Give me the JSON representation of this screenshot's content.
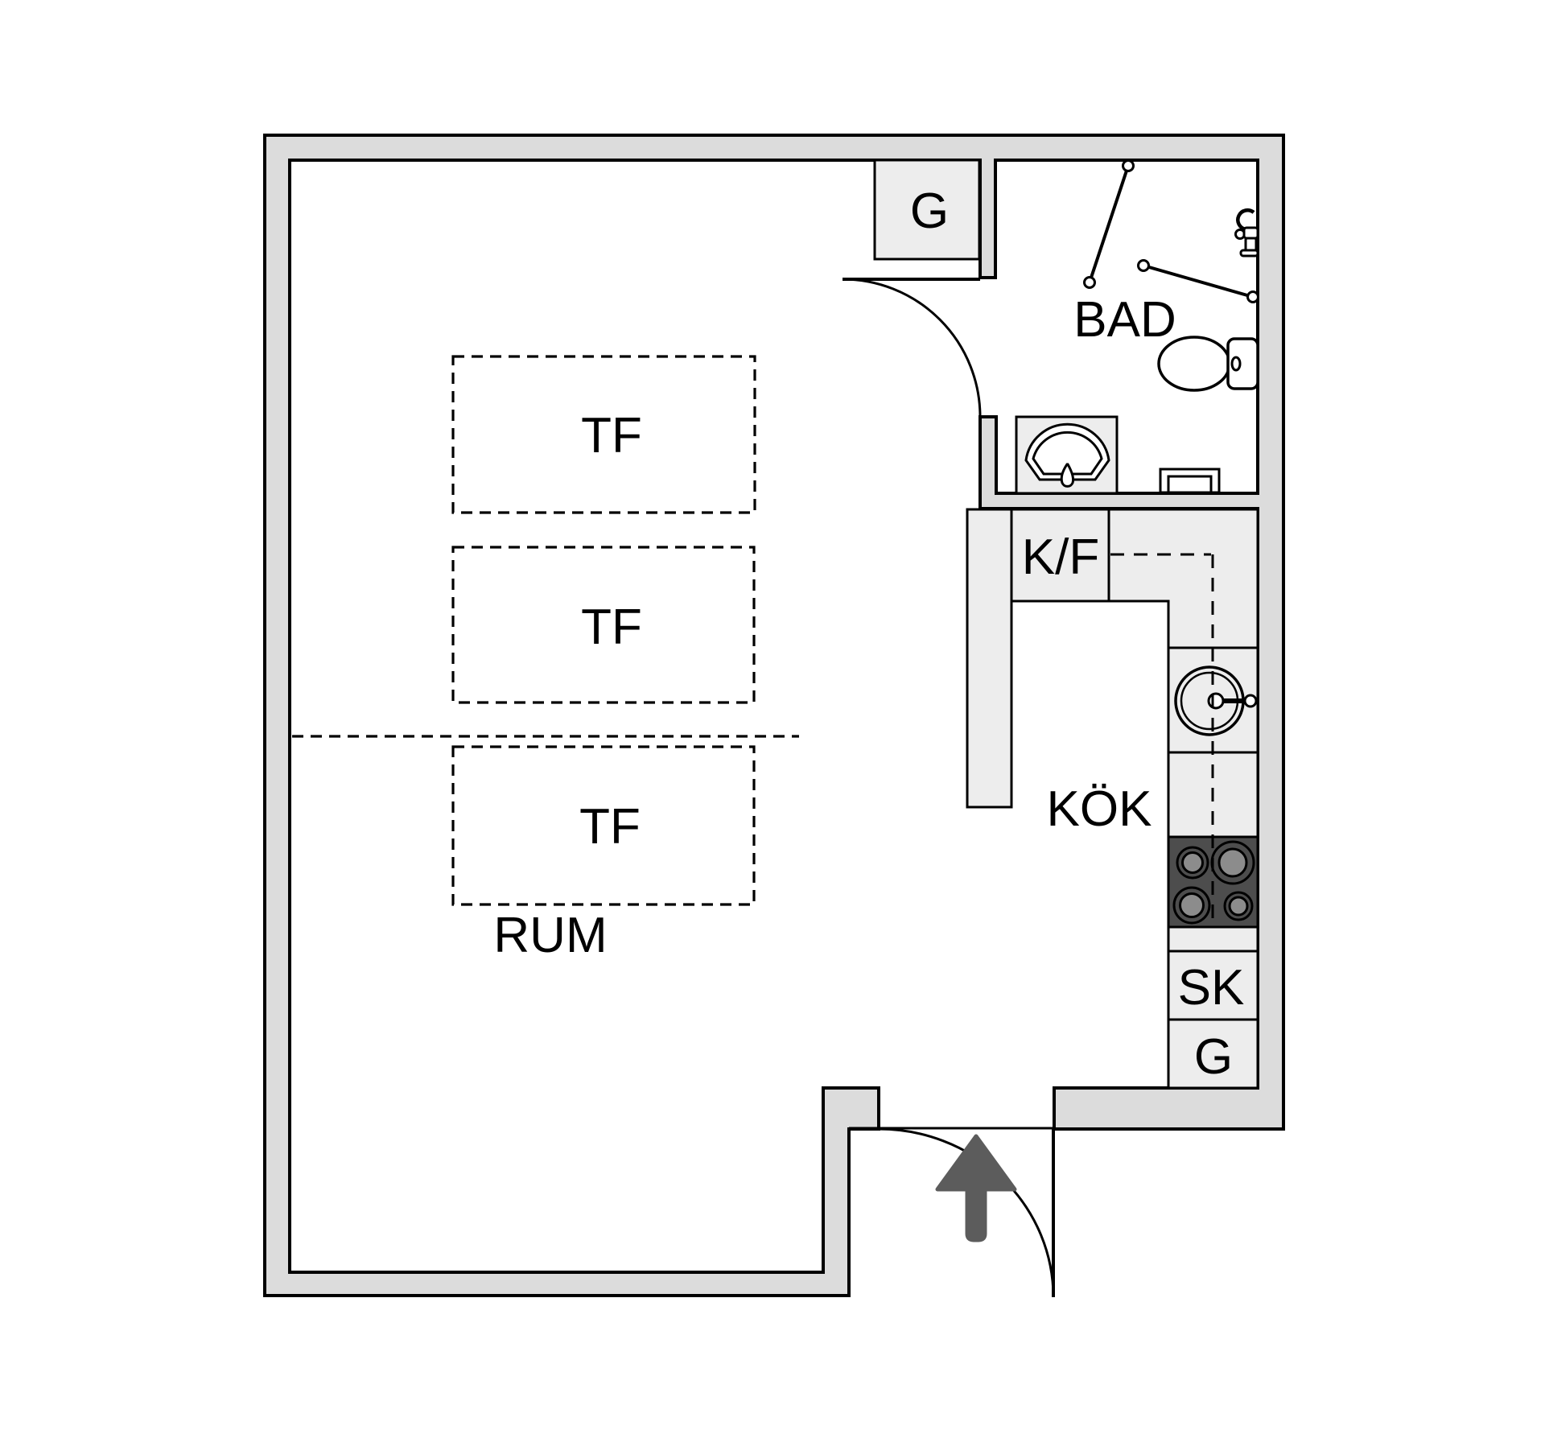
{
  "title": "Studio apartment floor plan",
  "colors": {
    "wall_fill": "#dcdcdc",
    "cabinet_fill": "#ededed",
    "stove_fill": "#4d4d4d",
    "burner_fill": "#8c8c8c",
    "arrow_fill": "#5c5c5c",
    "line_color": "#000000",
    "background": "#ffffff"
  },
  "rooms": {
    "main_room": "RUM",
    "kitchen": "KÖK",
    "bathroom": "BAD"
  },
  "cabinets": {
    "closet_top": "G",
    "fridge_freezer": "K/F",
    "cleaning_cabinet": "SK",
    "kitchen_closet": "G"
  },
  "overhead_zones": {
    "tf_1": "TF",
    "tf_2": "TF",
    "tf_3": "TF"
  },
  "icons": {
    "entry_arrow": "entry-direction-arrow",
    "door_swing": "door-swing-arc",
    "toilet": "toilet-symbol",
    "washbasin": "washbasin-symbol",
    "kitchen_sink": "round-sink-symbol",
    "stove": "four-burner-stove-symbol",
    "shower_screen": "shower-screen-line",
    "shower_mixer": "shower-mixer-symbol"
  }
}
